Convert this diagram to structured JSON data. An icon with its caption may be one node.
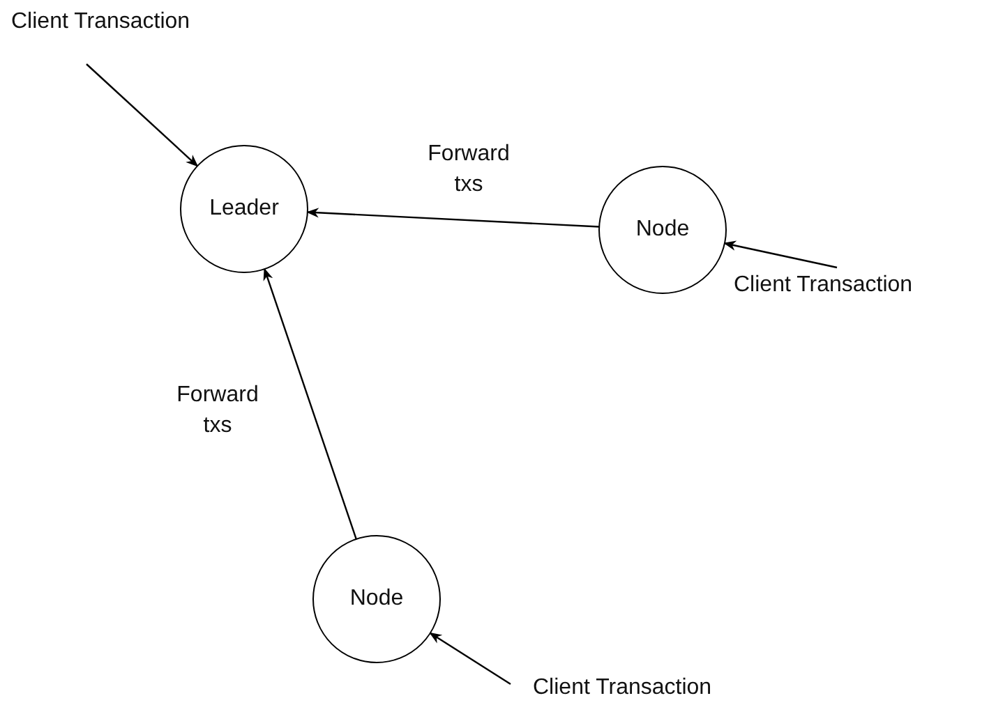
{
  "diagram": {
    "nodes": [
      {
        "text": [
          "Client Transaction"
        ]
      },
      {
        "text": [
          "Leader"
        ]
      },
      {
        "text": [
          "Node"
        ]
      },
      {
        "text": [
          "Client Transaction"
        ]
      },
      {
        "text": [
          "Node"
        ]
      },
      {
        "text": [
          "Client Transaction"
        ]
      }
    ],
    "edges": [
      {
        "from": 0,
        "to": 1,
        "arrow": "to"
      },
      {
        "from": 2,
        "to": 1,
        "arrow": "to",
        "label": "Forward txs"
      },
      {
        "from": 3,
        "to": 2,
        "arrow": "to"
      },
      {
        "from": 4,
        "to": 1,
        "arrow": "to",
        "label": "Forward txs"
      },
      {
        "from": 5,
        "to": 4,
        "arrow": "to"
      }
    ]
  }
}
